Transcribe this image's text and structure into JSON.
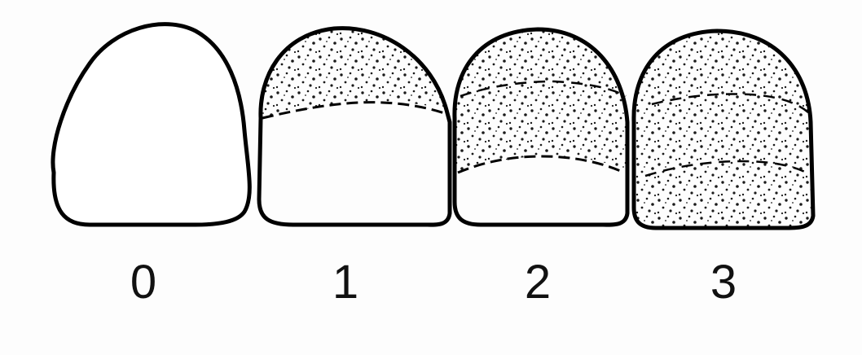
{
  "grades": [
    {
      "label": "0",
      "fill_fraction": 0.0
    },
    {
      "label": "1",
      "fill_fraction": 0.33
    },
    {
      "label": "2",
      "fill_fraction": 0.66
    },
    {
      "label": "3",
      "fill_fraction": 1.0
    }
  ],
  "colors": {
    "outline": "#000000",
    "dots": "#1a1a1a",
    "background": "#ffffff",
    "label": "#111111"
  }
}
